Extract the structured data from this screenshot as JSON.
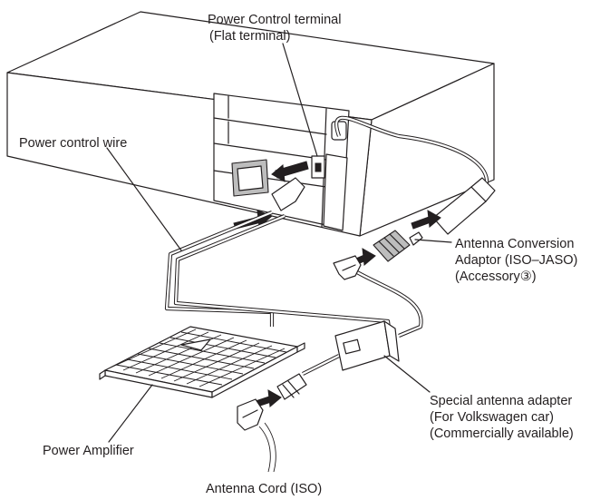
{
  "labels": {
    "power_control_terminal": "Power Control terminal",
    "flat_terminal": "(Flat terminal)",
    "power_control_wire": "Power control wire",
    "antenna_conversion_adaptor_line1": "Antenna Conversion",
    "antenna_conversion_adaptor_line2": "Adaptor (ISO–JASO)",
    "antenna_conversion_adaptor_line3": "(Accessory③)",
    "special_antenna_adapter_line1": "Special antenna adapter",
    "special_antenna_adapter_line2": "(For Volkswagen car)",
    "special_antenna_adapter_line3": "(Commercially available)",
    "power_amplifier": "Power Amplifier",
    "antenna_cord": "Antenna Cord (ISO)"
  }
}
